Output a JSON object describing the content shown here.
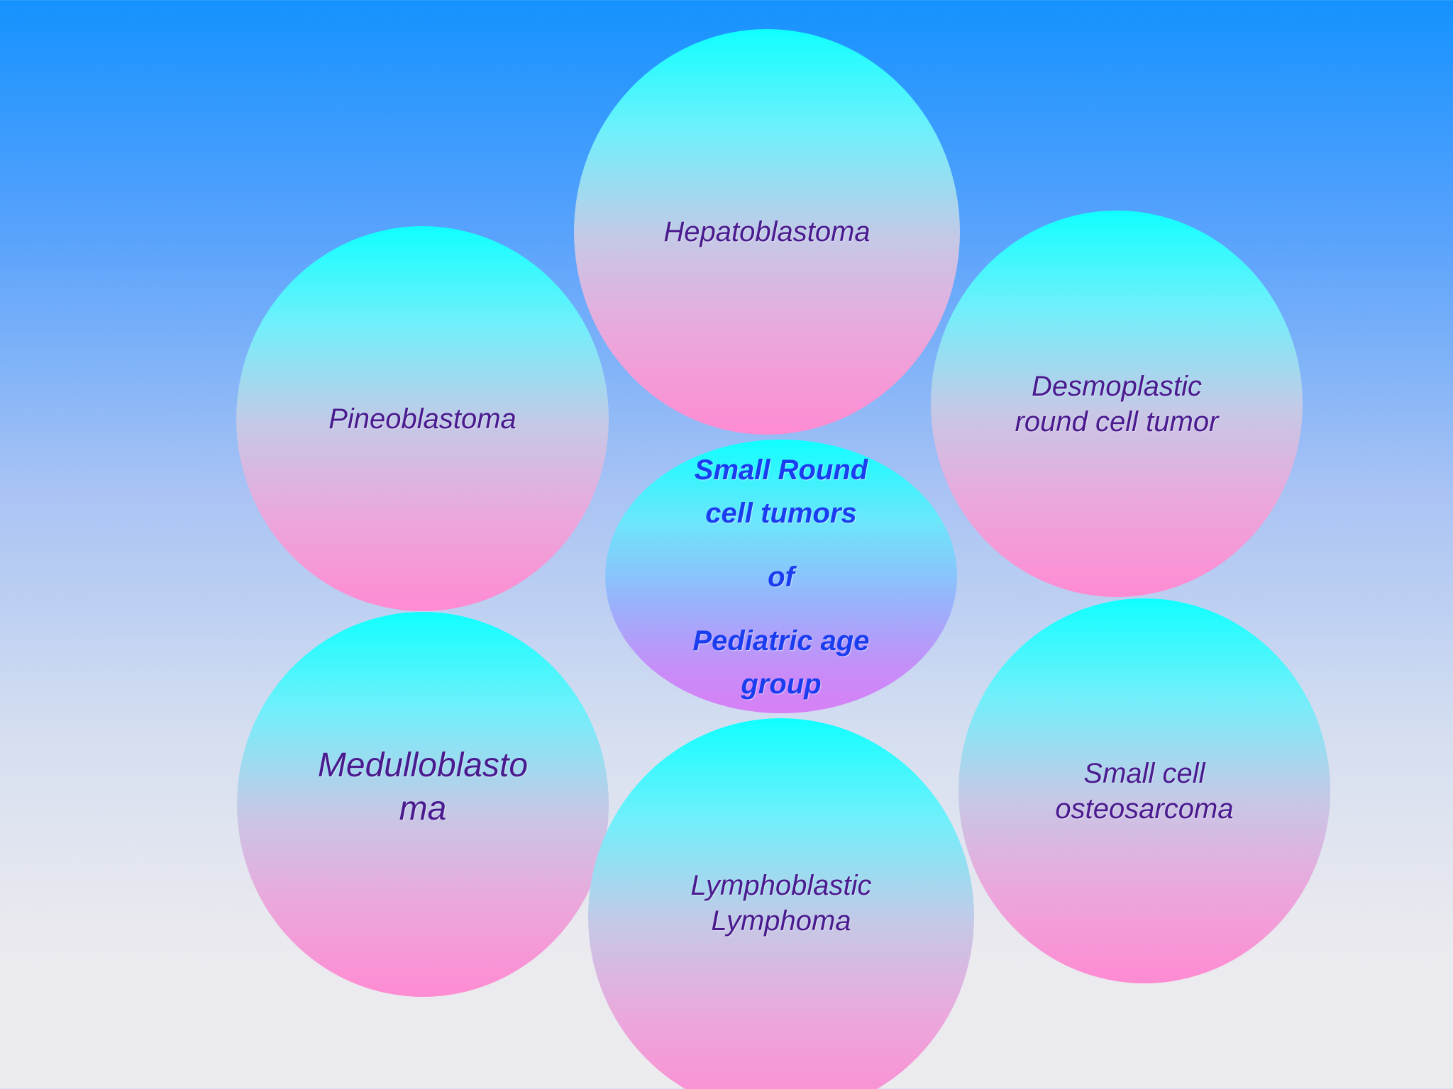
{
  "diagram": {
    "center": {
      "line1": "Small Round",
      "line2": "cell tumors",
      "line3": "of",
      "line4": "Pediatric age",
      "line5": "group"
    },
    "nodes": {
      "hepatoblastoma": "Hepatoblastoma",
      "pineoblastoma": "Pineoblastoma",
      "desmoplastic": "Desmoplastic\nround cell tumor",
      "medulloblastoma": "Medulloblasto\nma",
      "lymphoblastic": "Lymphoblastic\nLymphoma",
      "osteosarcoma": "Small cell\nosteosarcoma"
    }
  }
}
